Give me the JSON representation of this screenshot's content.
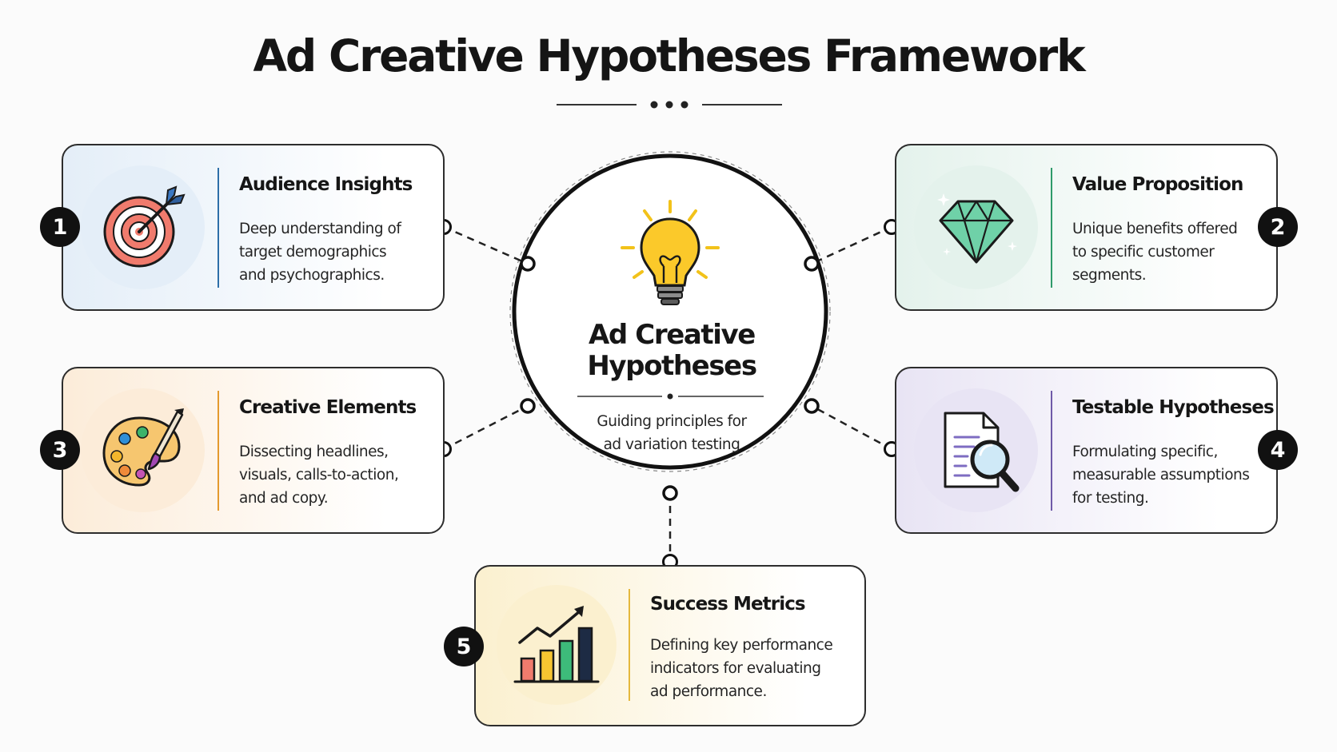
{
  "title": "Ad Creative Hypotheses Framework",
  "center": {
    "title_lines": [
      "Ad Creative",
      "Hypotheses"
    ],
    "subtitle_lines": [
      "Guiding principles for",
      "ad variation testing"
    ]
  },
  "cards": [
    {
      "number": "1",
      "title": "Audience Insights",
      "lines": [
        "Deep understanding of",
        "target demographics",
        "and psychographics."
      ],
      "icon": "target-arrow-icon",
      "tint": "#e4eef8",
      "accent": "#2d6fa8"
    },
    {
      "number": "2",
      "title": "Value Proposition",
      "lines": [
        "Unique benefits offered",
        "to specific customer",
        "segments."
      ],
      "icon": "diamond-icon",
      "tint": "#e4f2ec",
      "accent": "#2f9a6a"
    },
    {
      "number": "3",
      "title": "Creative Elements",
      "lines": [
        "Dissecting headlines,",
        "visuals, calls-to-action,",
        "and ad copy."
      ],
      "icon": "paint-palette-icon",
      "tint": "#fcecd9",
      "accent": "#e49a2e"
    },
    {
      "number": "4",
      "title": "Testable Hypotheses",
      "lines": [
        "Formulating specific,",
        "measurable assumptions",
        "for testing."
      ],
      "icon": "document-magnifier-icon",
      "tint": "#e8e4f4",
      "accent": "#6f5aa8"
    },
    {
      "number": "5",
      "title": "Success Metrics",
      "lines": [
        "Defining key performance",
        "indicators for evaluating",
        "ad performance."
      ],
      "icon": "growth-chart-icon",
      "tint": "#fbf0cf",
      "accent": "#e5b83d"
    }
  ]
}
